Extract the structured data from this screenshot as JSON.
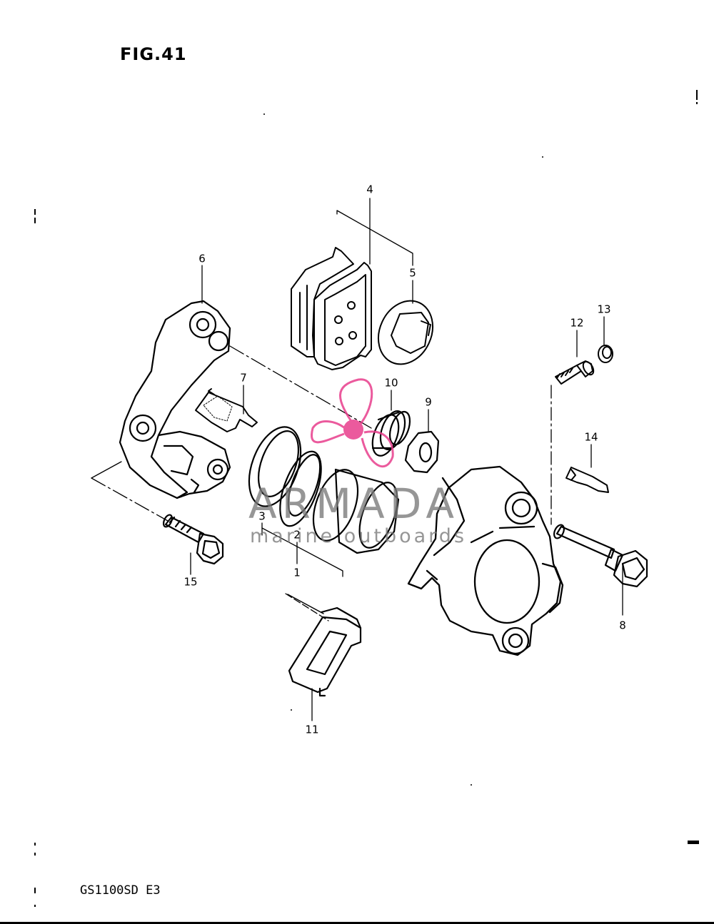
{
  "header": {
    "figure_label": "FIG.41"
  },
  "footer": {
    "model_code": "GS1100SD E3"
  },
  "watermark": {
    "brand": "ARMADA",
    "tagline": "marine outboards",
    "logo_icon": "propeller-icon",
    "logo_color": "#e83e8c",
    "text_color": "#7a7a7a"
  },
  "callouts": [
    "1",
    "2",
    "3",
    "4",
    "5",
    "6",
    "7",
    "8",
    "9",
    "10",
    "11",
    "12",
    "13",
    "14",
    "15"
  ]
}
